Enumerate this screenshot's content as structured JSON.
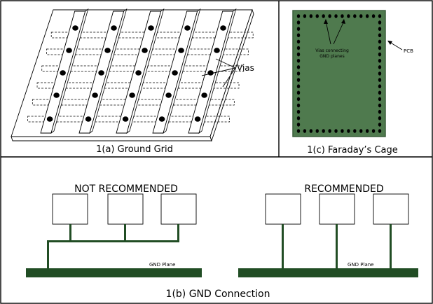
{
  "panel_a": {
    "caption": "1(a) Ground Grid",
    "vias_label": "Vias"
  },
  "panel_c": {
    "caption": "1(c) Faraday’s Cage",
    "vias_note_line1": "Vias connecting",
    "vias_note_line2": "GND planes",
    "pcb_label": "PCB"
  },
  "panel_b": {
    "caption": "1(b) GND Connection",
    "left_title": "NOT RECOMMENDED",
    "right_title": "RECOMMENDED",
    "left_plane_label": "GND Plane",
    "right_plane_label": "GND Plane"
  },
  "colors": {
    "not_recommended": "#ff2a2a",
    "recommended": "#99e05a",
    "gnd_trace": "#214d24",
    "pcb_green": "#4f7a4e",
    "pcb_border": "#3b5f3b"
  }
}
